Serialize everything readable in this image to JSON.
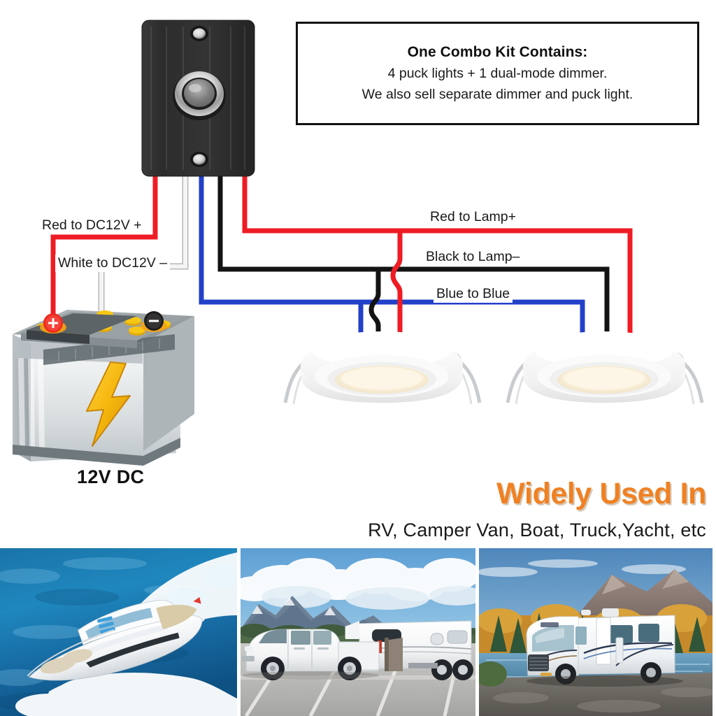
{
  "info_box": {
    "title": "One Combo Kit Contains:",
    "lines": [
      "4 puck lights + 1 dual-mode dimmer.",
      "We also sell separate dimmer and puck light."
    ]
  },
  "wire_labels": {
    "red_to_dc": "Red to DC12V +",
    "white_to_dc": "White to DC12V –",
    "red_to_lamp": "Red to Lamp+",
    "black_to_lamp": "Black to Lamp–",
    "blue_to_blue": "Blue to Blue"
  },
  "battery": {
    "caption": "12V DC",
    "positive_symbol": "+",
    "negative_symbol": "–"
  },
  "marketing": {
    "headline": "Widely Used In",
    "subline": "RV, Camper Van, Boat, Truck,Yacht, etc"
  },
  "photos": [
    {
      "name": "yacht-photo",
      "caption": "White yacht speeding on deep blue sea"
    },
    {
      "name": "truck-camper-photo",
      "caption": "White pickup truck towing fifth-wheel camper with mountains"
    },
    {
      "name": "motorhome-photo",
      "caption": "White class-A motorhome parked by lake with autumn trees"
    }
  ],
  "components": {
    "dimmer": "Dual-mode dimmer switch with chrome push button",
    "puck_light_left": "Recessed white LED puck light",
    "puck_light_right": "Recessed white LED puck light"
  },
  "colors": {
    "wire_red": "#ee1c24",
    "wire_black": "#131313",
    "wire_blue": "#2240c8",
    "wire_white": "#e8e8e8",
    "accent_orange": "#f08123",
    "text_dark": "#1a1a1a",
    "plate_dark": "#2e2e2e"
  }
}
